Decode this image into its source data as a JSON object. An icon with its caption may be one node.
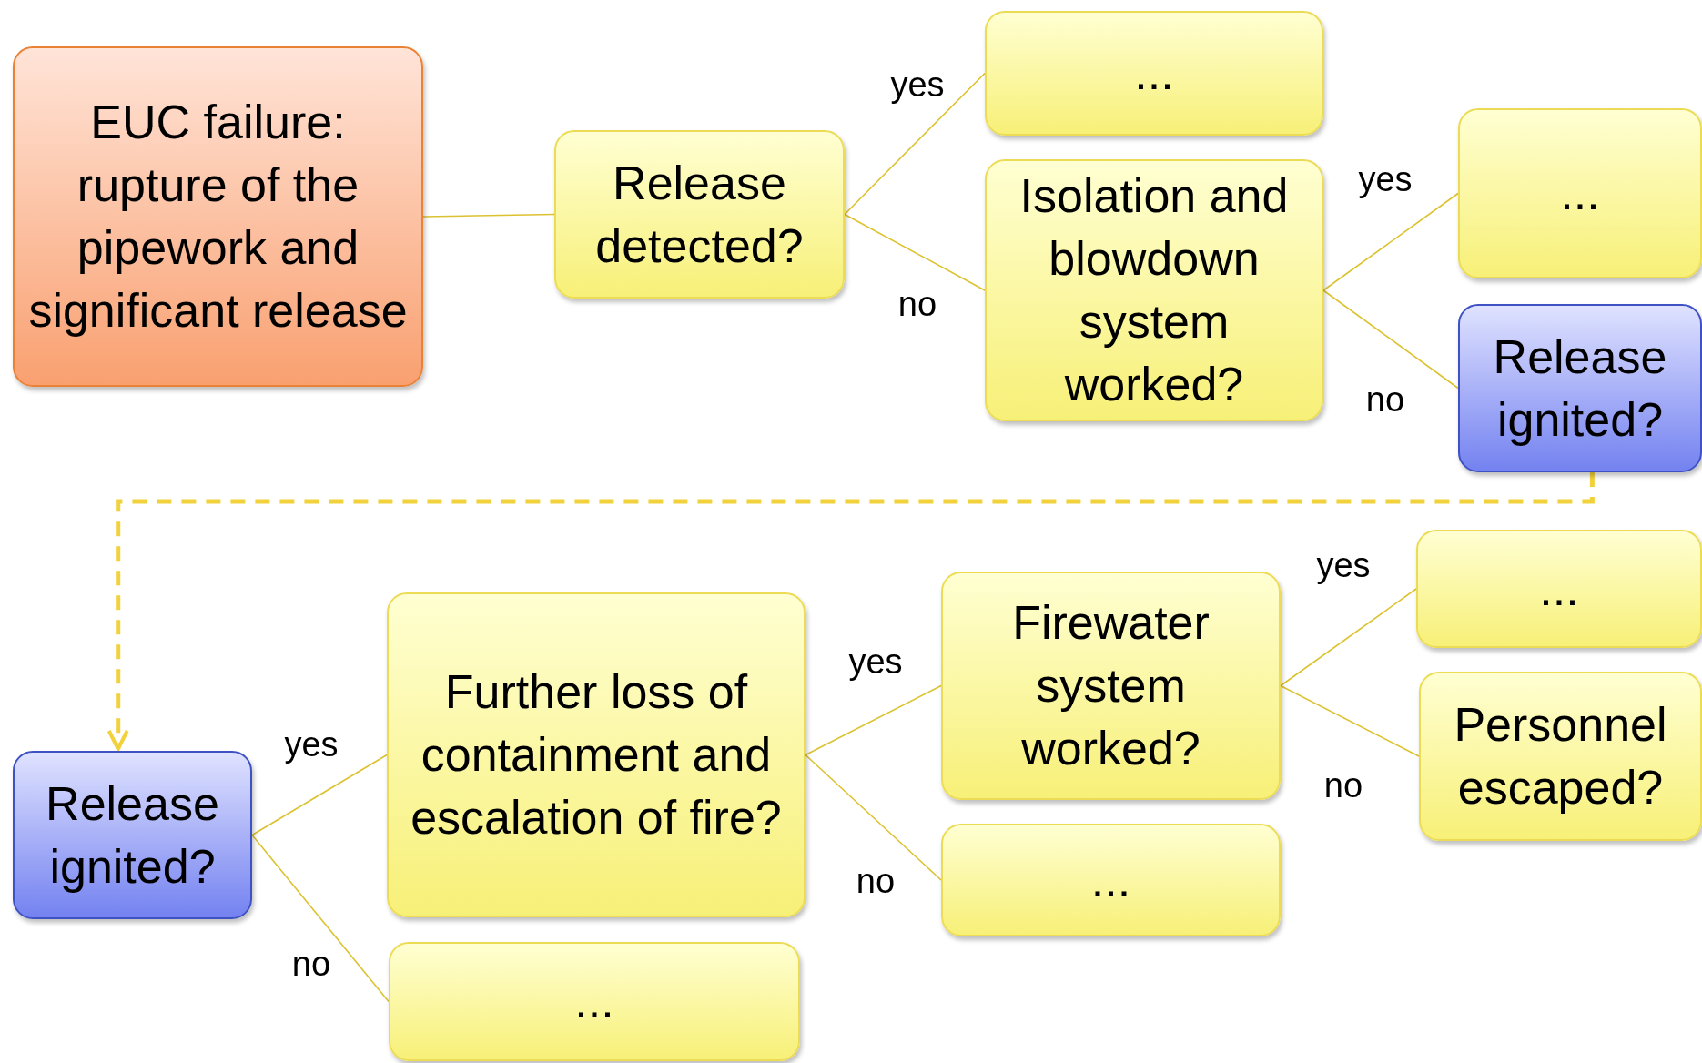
{
  "diagram": {
    "nodes": [
      {
        "text": [
          "EUC failure: rupture of the pipework and significant release"
        ]
      },
      {
        "text": [
          "Release detected?"
        ]
      },
      {
        "text": [
          "..."
        ]
      },
      {
        "text": [
          "Isolation and blowdown system worked?"
        ]
      },
      {
        "text": [
          "..."
        ]
      },
      {
        "text": [
          "Release ignited?"
        ]
      },
      {
        "text": [
          "Release ignited?"
        ]
      },
      {
        "text": [
          "Further loss of containment and escalation of fire?"
        ]
      },
      {
        "text": [
          "..."
        ]
      },
      {
        "text": [
          "Firewater system worked?"
        ]
      },
      {
        "text": [
          "..."
        ]
      },
      {
        "text": [
          "..."
        ]
      },
      {
        "text": [
          "Personnel escaped?"
        ]
      }
    ],
    "edges": [
      {
        "from": 0,
        "to": 1,
        "arrow": "none"
      },
      {
        "from": 1,
        "to": 2,
        "arrow": "none",
        "label": "yes"
      },
      {
        "from": 1,
        "to": 3,
        "arrow": "none",
        "label": "no"
      },
      {
        "from": 3,
        "to": 4,
        "arrow": "none",
        "label": "yes"
      },
      {
        "from": 3,
        "to": 5,
        "arrow": "none",
        "label": "no"
      },
      {
        "from": 5,
        "to": 6,
        "arrow": "to",
        "style": "dashed",
        "color": "#f2d23c"
      },
      {
        "from": 6,
        "to": 7,
        "arrow": "none",
        "label": "yes"
      },
      {
        "from": 6,
        "to": 8,
        "arrow": "none",
        "label": "no"
      },
      {
        "from": 7,
        "to": 9,
        "arrow": "none",
        "label": "yes"
      },
      {
        "from": 7,
        "to": 10,
        "arrow": "none",
        "label": "no"
      },
      {
        "from": 9,
        "to": 11,
        "arrow": "none",
        "label": "yes"
      },
      {
        "from": 9,
        "to": 12,
        "arrow": "none",
        "label": "no"
      }
    ]
  }
}
